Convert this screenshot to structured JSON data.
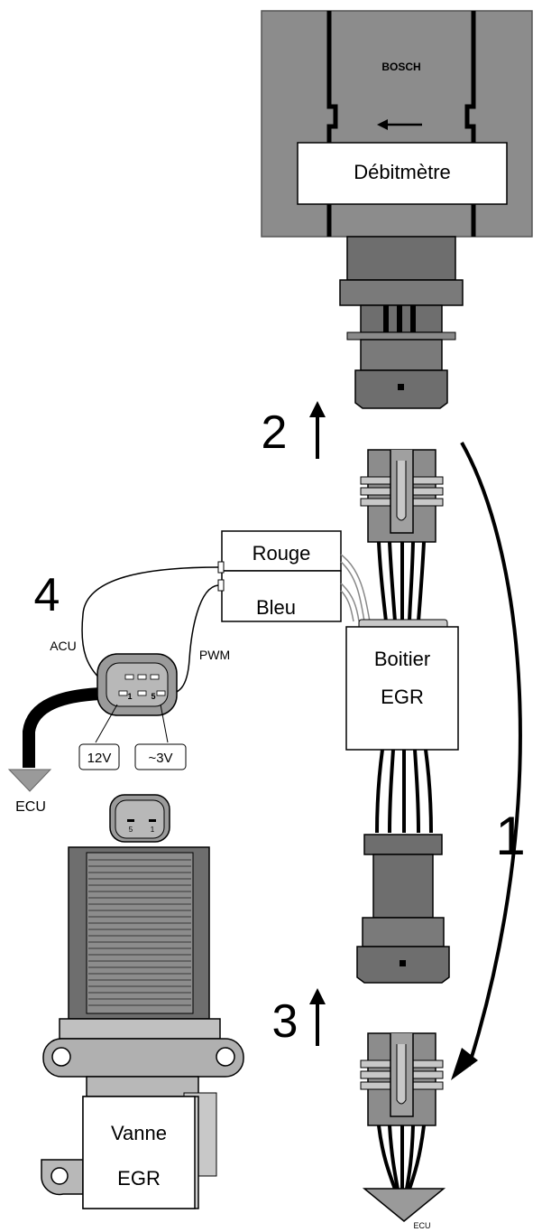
{
  "maf": {
    "brand": "BOSCH",
    "label": "Débitmètre"
  },
  "steps": {
    "s1": "1",
    "s2": "2",
    "s3": "3",
    "s4": "4"
  },
  "module": {
    "line1": "Boitier",
    "line2": "EGR"
  },
  "wires": {
    "red": "Rouge",
    "blue": "Bleu"
  },
  "connector": {
    "acu": "ACU",
    "pwm": "PWM",
    "pin1": "1",
    "pin5": "5",
    "v12": "12V",
    "v3": "~3V",
    "ecu": "ECU"
  },
  "valve": {
    "line1": "Vanne",
    "line2": "EGR",
    "pin5": "5",
    "pin1": "1"
  },
  "bottom_ecu": "ECU",
  "colors": {
    "body_gray": "#8c8c8c",
    "dark_gray": "#6e6e6e",
    "light_gray": "#b8b8b8",
    "outline": "#000000"
  }
}
